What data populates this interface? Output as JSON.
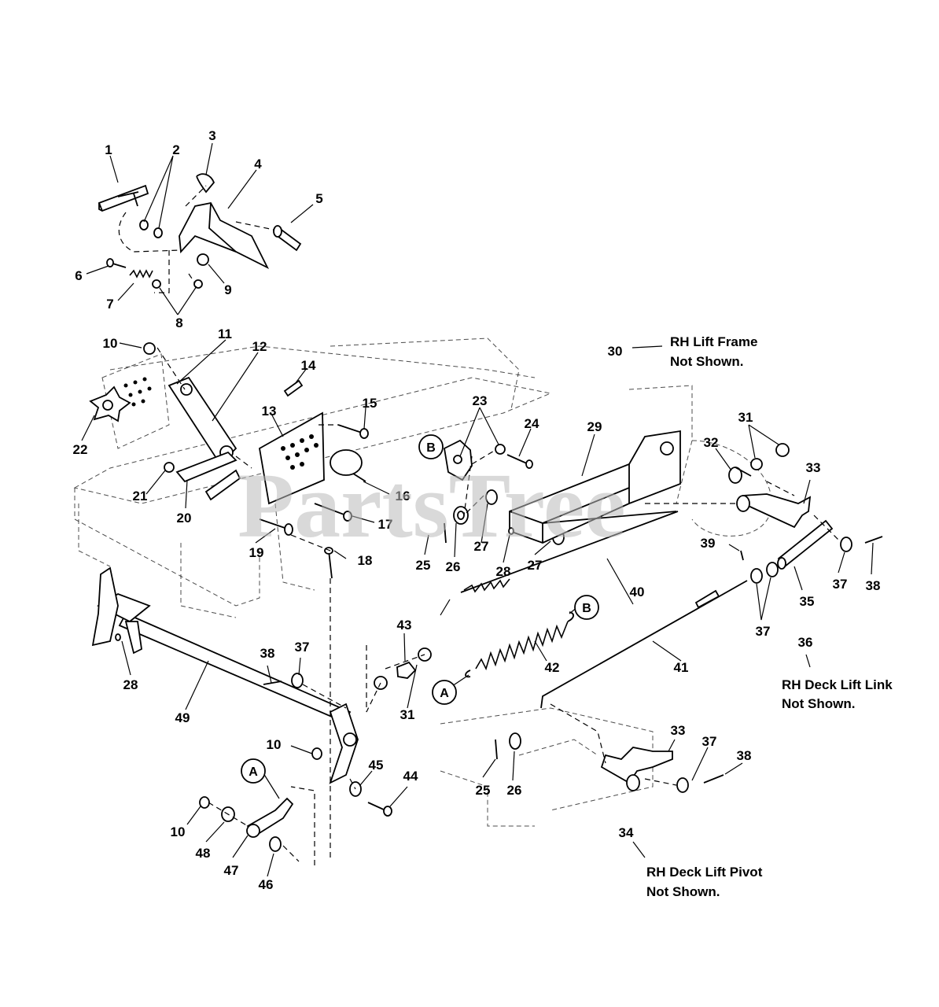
{
  "watermark": "PartsTree",
  "part_labels": [
    "1",
    "2",
    "3",
    "4",
    "5",
    "6",
    "7",
    "8",
    "9",
    "10",
    "11",
    "12",
    "14",
    "13",
    "15",
    "22",
    "21",
    "20",
    "19",
    "18",
    "17",
    "16",
    "23",
    "24",
    "25",
    "26",
    "27",
    "28",
    "27",
    "29",
    "30",
    "31",
    "32",
    "33",
    "39",
    "35",
    "37",
    "38",
    "37",
    "40",
    "36",
    "43",
    "42",
    "41",
    "28",
    "38",
    "37",
    "49",
    "31",
    "10",
    "45",
    "44",
    "33",
    "37",
    "38",
    "25",
    "26",
    "10",
    "48",
    "47",
    "46",
    "34"
  ],
  "notes": {
    "rh_lift_frame": [
      "RH Lift Frame",
      "Not Shown."
    ],
    "rh_deck_lift_link": [
      "RH Deck Lift Link",
      "Not Shown."
    ],
    "rh_deck_lift_pivot": [
      "RH Deck Lift Pivot",
      "Not Shown."
    ]
  },
  "callouts": [
    "A",
    "B",
    "A",
    "B"
  ]
}
